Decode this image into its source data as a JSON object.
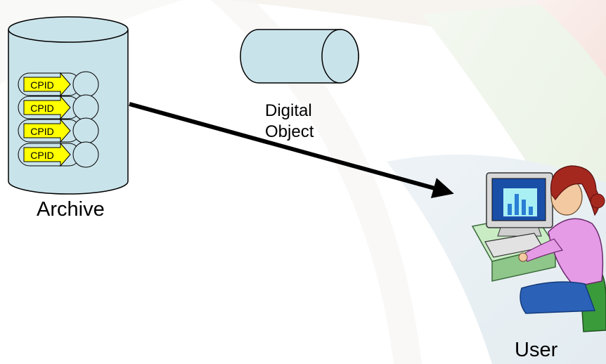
{
  "archive": {
    "label": "Archive",
    "records": [
      {
        "tag": "CPID"
      },
      {
        "tag": "CPID"
      },
      {
        "tag": "CPID"
      },
      {
        "tag": "CPID"
      }
    ]
  },
  "digital_object": {
    "label_line1": "Digital",
    "label_line2": "Object"
  },
  "user": {
    "label": "User"
  },
  "colors": {
    "cylinder_fill": "#c9e3ea",
    "tag_fill": "#ffff00",
    "arrow": "#000000"
  }
}
